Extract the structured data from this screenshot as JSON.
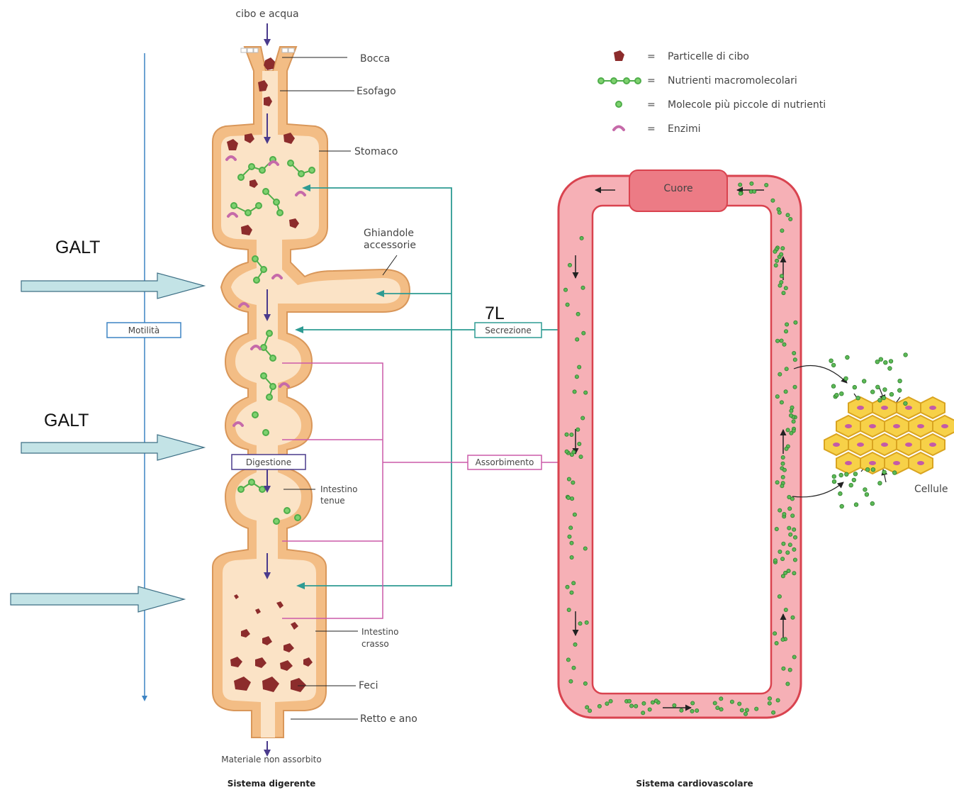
{
  "digestive": {
    "input": "cibo e acqua",
    "mouth": "Bocca",
    "esophagus": "Esofago",
    "stomach": "Stomaco",
    "glands_1": "Ghiandole",
    "glands_2": "accessorie",
    "small_int_1": "Intestino",
    "small_int_2": "tenue",
    "large_int_1": "Intestino",
    "large_int_2": "crasso",
    "feces": "Feci",
    "rectum": "Retto e ano",
    "output": "Materiale non assorbito",
    "title": "Sistema digerente"
  },
  "processes": {
    "motility": "Motilità",
    "secretion": "Secrezione",
    "digestion": "Digestione",
    "absorption": "Assorbimento",
    "volume": "7L"
  },
  "galt": {
    "label_1": "GALT",
    "label_2": "GALT"
  },
  "cardio": {
    "heart": "Cuore",
    "cells": "Cellule",
    "title": "Sistema cardiovascolare"
  },
  "legend": [
    {
      "icon": "food-particle-icon",
      "text": "Particelle di cibo"
    },
    {
      "icon": "macromolecule-icon",
      "text": "Nutrienti macromolecolari"
    },
    {
      "icon": "small-molecule-icon",
      "text": "Molecole più piccole di nutrienti"
    },
    {
      "icon": "enzyme-icon",
      "text": "Enzimi"
    }
  ],
  "colors": {
    "tract": "#f3bd85",
    "tract_edge": "#d9975a",
    "tract_lumen": "#fbe3c6",
    "vessel": "#f6a0a8",
    "vessel_edge": "#d9434f",
    "heart": "#ec7b85",
    "secretion_line": "#2e9b93",
    "absorption_line": "#cc5aa9",
    "motility_line": "#3d84c4",
    "galt_arrow": "#c3e3e6",
    "food": "#8c2c2c",
    "nutrient": "#4fae4a",
    "enzyme": "#c66aa9"
  }
}
